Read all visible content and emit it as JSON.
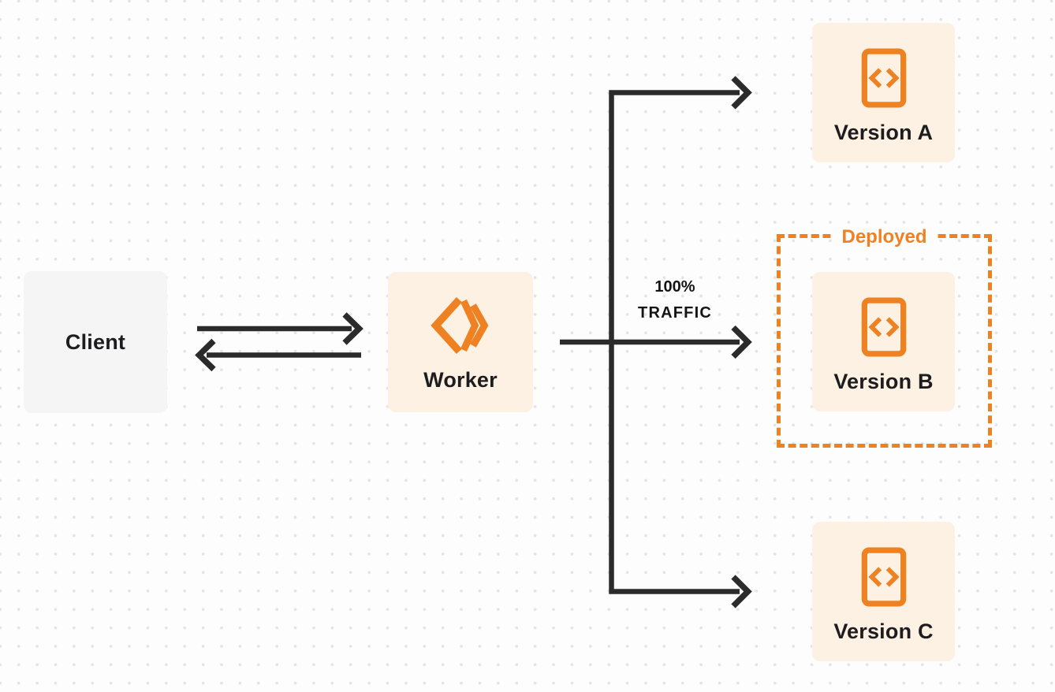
{
  "colors": {
    "page_bg": "#FDFDFD",
    "dot_color": "#E4E4E4",
    "accent_orange": "#EE8122",
    "box_cream": "#FCF1E2",
    "box_gray": "#F5F5F6",
    "arrow_dark": "#2B2B2B",
    "text_dark": "#1D1D1F"
  },
  "nodes": {
    "client": {
      "label": "Client"
    },
    "worker": {
      "label": "Worker",
      "icon": "workers-logo-icon"
    },
    "version_a": {
      "label": "Version A",
      "icon": "code-file-icon"
    },
    "version_b": {
      "label": "Version B",
      "icon": "code-file-icon"
    },
    "version_c": {
      "label": "Version C",
      "icon": "code-file-icon"
    }
  },
  "labels": {
    "traffic_line1": "100%",
    "traffic_line2": "TRAFFIC",
    "deployed": "Deployed"
  }
}
